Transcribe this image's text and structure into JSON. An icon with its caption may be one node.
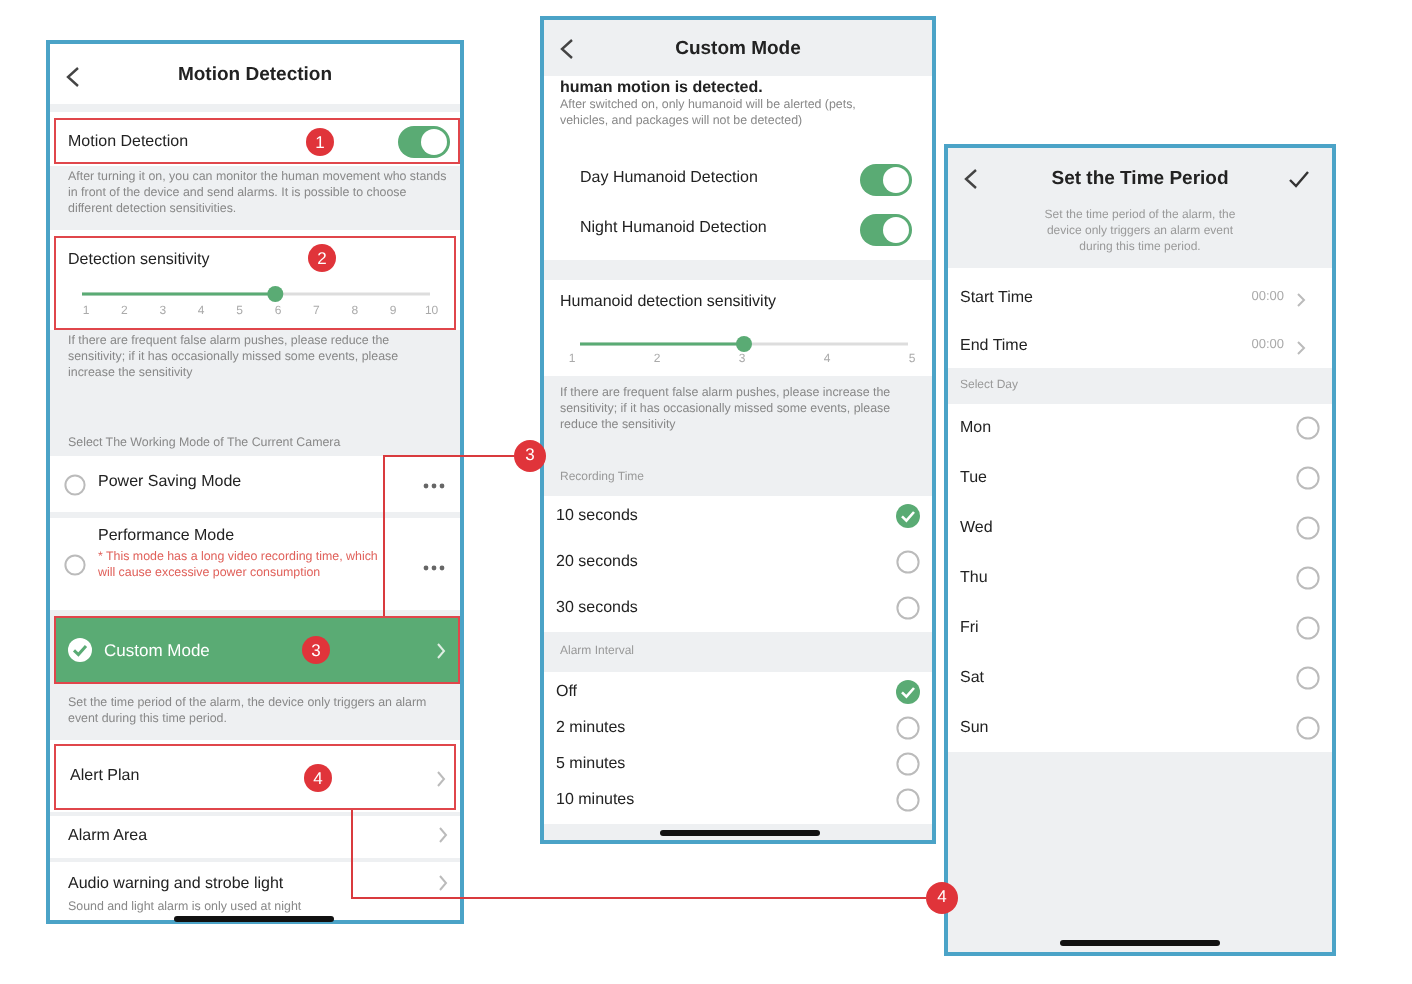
{
  "diagram": {
    "nodes": [
      {
        "text": [
          "Motion Detection",
          "After turning it on, you can monitor the human movement who stands in front of the device and send alarms. It is possible to choose different detection sensitivities.",
          "If there are frequent false alarm pushes, please reduce the sensitivity; if it has occasionally missed some events, please increase the sensitivity",
          "Select The Working Mode of The Current Camera",
          "Power Saving Mode",
          "Performance Mode",
          "* This mode has a long video recording time, which will cause excessive power consumption",
          "Set the time period of the alarm, the device only triggers an alarm event during this time period.",
          "Alarm Area",
          "Audio warning and strobe light",
          "Sound and light alarm is only used at night"
        ]
      },
      {
        "text": [
          "Motion Detection"
        ],
        "in": 0
      },
      {
        "text": [
          "1"
        ],
        "in": 1
      },
      {
        "text": [
          "Detection sensitivity",
          "1",
          "2",
          "3",
          "4",
          "5",
          "6",
          "7",
          "8",
          "9",
          "10"
        ],
        "in": 0
      },
      {
        "text": [
          "2"
        ],
        "in": 3
      },
      {
        "text": [
          "Custom Mode"
        ],
        "in": 0
      },
      {
        "text": [
          "3"
        ],
        "in": 5
      },
      {
        "text": [
          "Alert Plan"
        ],
        "in": 0
      },
      {
        "text": [
          "4"
        ],
        "in": 7
      },
      {
        "text": [
          "Custom Mode",
          "human motion is detected.",
          "After switched on, only humanoid will be alerted (pets, vehicles, and packages will not be detected)",
          "Day Humanoid Detection",
          "Night Humanoid Detection",
          "Humanoid detection sensitivity",
          "1",
          "2",
          "3",
          "4",
          "5",
          "If there are frequent false alarm pushes, please increase the sensitivity; if it has occasionally missed some events, please reduce the sensitivity",
          "Recording Time",
          "10 seconds",
          "20 seconds",
          "30 seconds",
          "Alarm Interval",
          "Off",
          "2 minutes",
          "5 minutes",
          "10 minutes"
        ]
      },
      {
        "text": [
          "3"
        ]
      },
      {
        "text": [
          "Set the Time Period",
          "Set the time period of the alarm, the device only triggers an alarm event during this time period.",
          "Start Time",
          "00:00",
          "End Time",
          "00:00",
          "Select Day",
          "Mon",
          "Tue",
          "Wed",
          "Thu",
          "Fri",
          "Sat",
          "Sun"
        ]
      },
      {
        "text": [
          "4"
        ]
      }
    ],
    "edges": [
      {
        "from": 5,
        "to": 10,
        "arrow": "none"
      },
      {
        "from": 7,
        "to": 12,
        "arrow": "none"
      }
    ]
  }
}
